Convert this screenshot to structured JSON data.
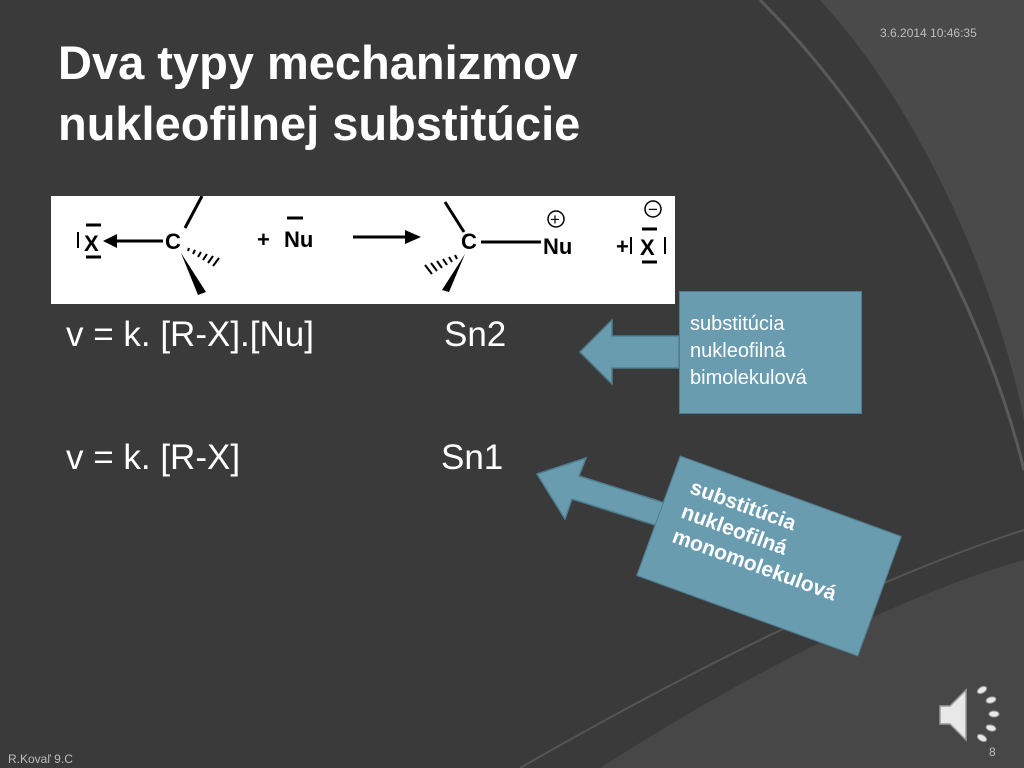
{
  "slide": {
    "timestamp": "3.6.2014 10:46:35",
    "title_line1": "Dva typy mechanizmov",
    "title_line2": "nukleofilnej substitúcie",
    "page_number": "8",
    "author": "R.Kovaľ 9.C"
  },
  "reaction": {
    "leaving_group": "X",
    "carbon": "C",
    "plus": "+",
    "nucleophile": "Nu",
    "product_carbon": "C",
    "product_nucleophile": "Nu",
    "product_leaving_group": "X",
    "plus_charge": "+",
    "minus_charge": "−"
  },
  "rates": {
    "sn2_equation": "v = k. [R-X].[Nu]",
    "sn2_label": "Sn2",
    "sn1_equation": "v = k. [R-X]",
    "sn1_label": "Sn1"
  },
  "callouts": {
    "sn2": [
      "substitúcia",
      "nukleofilná",
      "bimolekulová"
    ],
    "sn1": [
      "substitúcia",
      "nukleofilná",
      "monomolekulová"
    ]
  },
  "colors": {
    "background": "#3a3a3a",
    "callout": "#6a9cb0",
    "text": "#ffffff"
  },
  "icons": {
    "audio": "speaker-icon"
  }
}
